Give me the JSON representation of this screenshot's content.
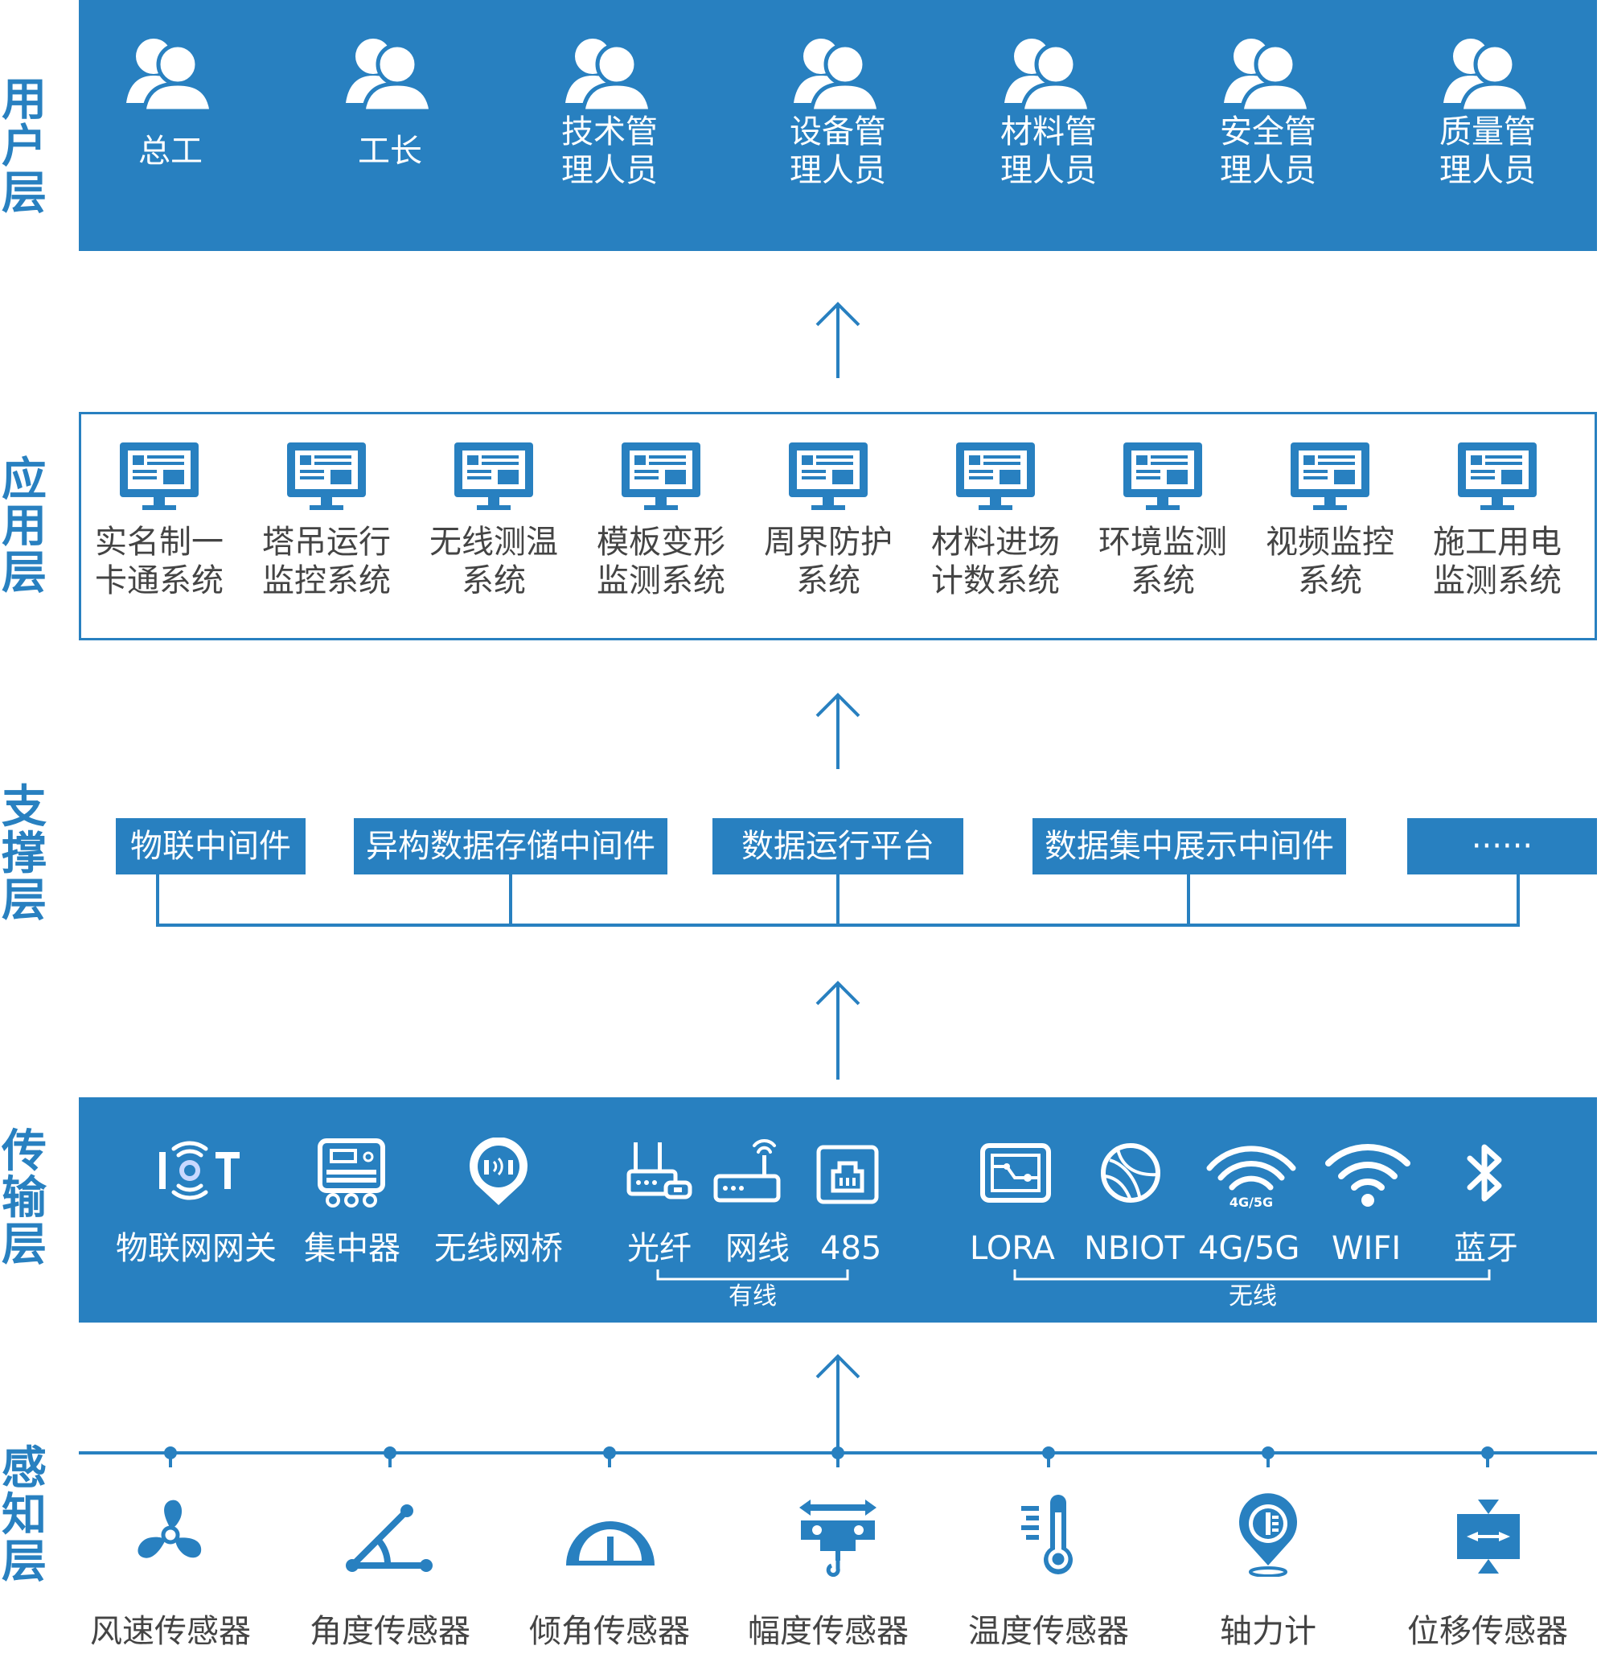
{
  "layers": {
    "user": "用户层",
    "app": "应用层",
    "support": "支撑层",
    "transport": "传输层",
    "sense": "感知层"
  },
  "users": [
    {
      "label": "总工",
      "icon": "users-icon"
    },
    {
      "label": "工长",
      "icon": "users-icon"
    },
    {
      "label": "技术管\n理人员",
      "icon": "users-icon"
    },
    {
      "label": "设备管\n理人员",
      "icon": "users-icon"
    },
    {
      "label": "材料管\n理人员",
      "icon": "users-icon"
    },
    {
      "label": "安全管\n理人员",
      "icon": "users-icon"
    },
    {
      "label": "质量管\n理人员",
      "icon": "users-icon"
    }
  ],
  "apps": [
    {
      "label": "实名制一\n卡通系统",
      "icon": "monitor-icon"
    },
    {
      "label": "塔吊运行\n监控系统",
      "icon": "monitor-icon"
    },
    {
      "label": "无线测温\n系统",
      "icon": "monitor-icon"
    },
    {
      "label": "模板变形\n监测系统",
      "icon": "monitor-icon"
    },
    {
      "label": "周界防护\n系统",
      "icon": "monitor-icon"
    },
    {
      "label": "材料进场\n计数系统",
      "icon": "monitor-icon"
    },
    {
      "label": "环境监测\n系统",
      "icon": "monitor-icon"
    },
    {
      "label": "视频监控\n系统",
      "icon": "monitor-icon"
    },
    {
      "label": "施工用电\n监测系统",
      "icon": "monitor-icon"
    }
  ],
  "middleware": [
    "物联中间件",
    "异构数据存储中间件",
    "数据运行平台",
    "数据集中展示中间件",
    "······"
  ],
  "transport": {
    "devices": [
      {
        "label": "物联网网关",
        "icon": "iot-gateway-icon"
      },
      {
        "label": "集中器",
        "icon": "concentrator-icon"
      },
      {
        "label": "无线网桥",
        "icon": "wireless-bridge-icon"
      }
    ],
    "wired": [
      {
        "label": "光纤",
        "icon": "fiber-router-icon"
      },
      {
        "label": "网线",
        "icon": "router-icon"
      },
      {
        "label": "485",
        "icon": "rj45-port-icon"
      }
    ],
    "wired_group": "有线",
    "wireless": [
      {
        "label": "LORA",
        "icon": "lora-module-icon"
      },
      {
        "label": "NBIOT",
        "icon": "globe-icon"
      },
      {
        "label": "4G/5G",
        "icon": "signal-4g5g-icon"
      },
      {
        "label": "WIFI",
        "icon": "wifi-icon"
      },
      {
        "label": "蓝牙",
        "icon": "bluetooth-icon"
      }
    ],
    "wireless_group": "无线",
    "signal_badge": "4G/5G"
  },
  "sensors": [
    {
      "label": "风速传感器",
      "icon": "fan-icon"
    },
    {
      "label": "角度传感器",
      "icon": "angle-icon"
    },
    {
      "label": "倾角传感器",
      "icon": "inclinometer-icon"
    },
    {
      "label": "幅度传感器",
      "icon": "crane-trolley-icon"
    },
    {
      "label": "温度传感器",
      "icon": "thermometer-icon"
    },
    {
      "label": "轴力计",
      "icon": "axial-force-icon"
    },
    {
      "label": "位移传感器",
      "icon": "displacement-icon"
    }
  ],
  "colors": {
    "primary": "#2880c0",
    "text": "#444444",
    "white": "#ffffff"
  }
}
